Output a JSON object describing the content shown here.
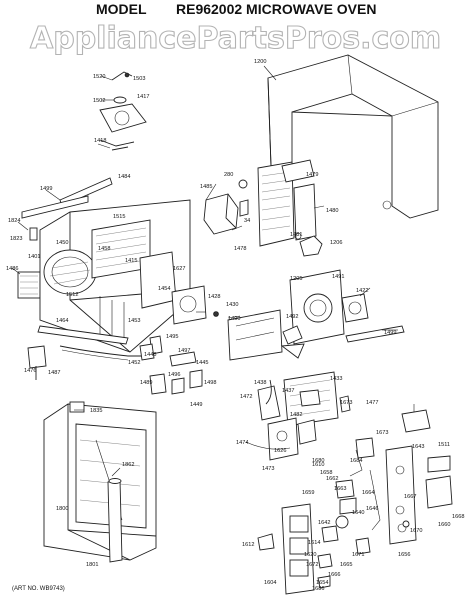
{
  "header": {
    "model_label": "MODEL",
    "model_number": "RE962002 MICROWAVE OVEN"
  },
  "watermark": "AppliancePartsPros.com",
  "footer": {
    "art_number": "(ART NO. WB9743)"
  },
  "part_labels": [
    "1200",
    "1520",
    "1503",
    "1502",
    "1417",
    "1418",
    "1484",
    "1499",
    "1824",
    "1823",
    "1486",
    "1401",
    "1450",
    "1515",
    "1458",
    "1415",
    "1512",
    "1627",
    "1454",
    "1428",
    "1430",
    "1453",
    "1464",
    "1495",
    "1448",
    "1497",
    "1445",
    "1476",
    "1487",
    "1452",
    "1489",
    "1496",
    "1498",
    "1449",
    "1835",
    "1862",
    "1800",
    "1801",
    "1485",
    "280",
    "34",
    "1479",
    "1478",
    "1480",
    "1481",
    "1206",
    "1205",
    "1491",
    "1422",
    "1490",
    "1492",
    "1499",
    "1438",
    "1437",
    "1433",
    "1472",
    "1482",
    "1673",
    "1477",
    "1474",
    "1626",
    "1473",
    "1680",
    "1684",
    "1673",
    "1643",
    "1511",
    "1610",
    "1658",
    "1659",
    "1662",
    "1663",
    "1664",
    "1667",
    "1670",
    "1660",
    "1668",
    "1646",
    "1642",
    "1640",
    "1656",
    "1614",
    "1620",
    "1672",
    "1671",
    "1686",
    "1666",
    "1665",
    "1612",
    "1604",
    "1654"
  ]
}
